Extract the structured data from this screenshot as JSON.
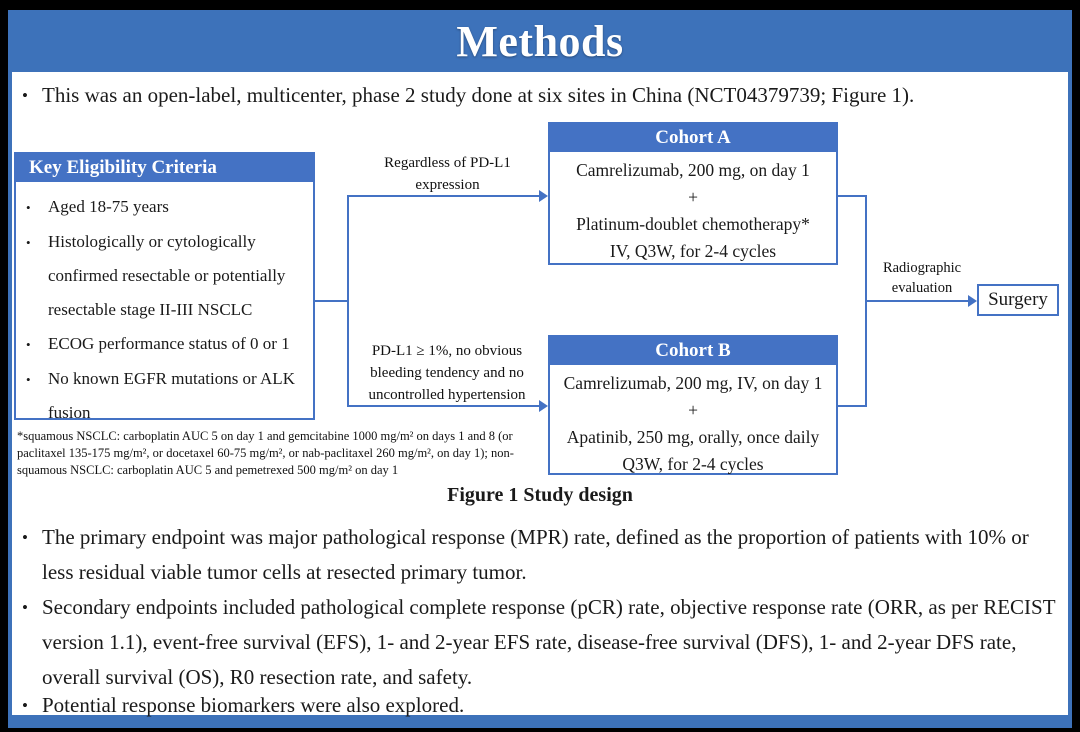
{
  "slide": {
    "title": "Methods",
    "accent_color": "#3d72ba",
    "line_color": "#4472c4"
  },
  "glyphs": {
    "bullet": "•"
  },
  "intro_bullet": "This was an open-label, multicenter, phase 2 study done at six sites in China (NCT04379739; Figure 1).",
  "figure": {
    "eligibility": {
      "header": "Key  Eligibility Criteria",
      "items": [
        "Aged 18-75 years",
        "Histologically or cytologically confirmed resectable or potentially resectable stage II-III  NSCLC",
        "ECOG performance status of 0 or 1",
        "No known EGFR mutations or ALK fusion"
      ]
    },
    "branch_top_label": "Regardless  of PD-L1 expression",
    "branch_bottom_label": "PD-L1 ≥ 1%, no obvious bleeding tendency and no uncontrolled  hypertension",
    "cohort_a": {
      "header": "Cohort A",
      "lines": [
        "Camrelizumab, 200 mg, on day 1",
        "+",
        "Platinum-doublet chemotherapy*",
        "IV, Q3W, for 2-4 cycles"
      ]
    },
    "cohort_b": {
      "header": "Cohort B",
      "lines": [
        "Camrelizumab, 200 mg, IV, on day 1",
        "+",
        "Apatinib, 250 mg, orally, once daily",
        "Q3W, for 2-4 cycles"
      ]
    },
    "radiographic_label": "Radiographic evaluation",
    "surgery_label": "Surgery",
    "footnote": "*squamous NSCLC: carboplatin AUC 5 on day 1 and gemcitabine 1000 mg/m² on days 1 and 8 (or paclitaxel 135-175 mg/m², or docetaxel 60-75 mg/m², or nab-paclitaxel 260 mg/m², on day 1); non-squamous NSCLC: carboplatin AUC 5 and pemetrexed 500 mg/m² on day 1",
    "caption": "Figure 1 Study design"
  },
  "bullets": [
    "The primary endpoint was major pathological response (MPR) rate, defined as the proportion of patients with 10% or less residual viable tumor cells at resected primary tumor.",
    "Secondary endpoints included pathological complete response (pCR) rate, objective  response rate (ORR, as per RECIST version 1.1), event-free survival (EFS), 1- and 2-year EFS rate, disease-free survival (DFS), 1- and 2-year DFS rate, overall survival (OS), R0 resection rate, and safety.",
    "Potential response biomarkers were also explored."
  ]
}
